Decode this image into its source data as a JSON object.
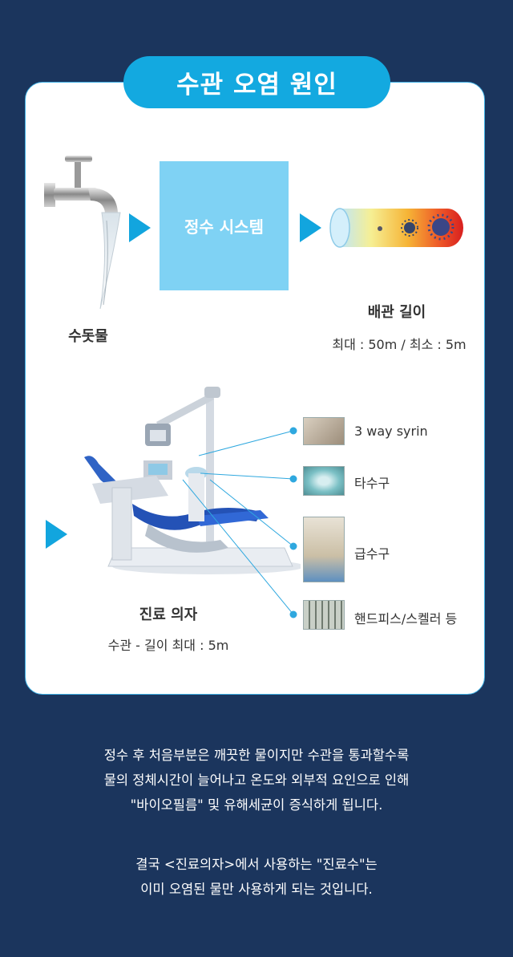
{
  "title": "수관 오염 원인",
  "top": {
    "faucet_label": "수돗물",
    "system_label": "정수 시스템",
    "pipe_label": "배관 길이",
    "pipe_spec": "최대 : 50m / 최소 :   5m"
  },
  "chair": {
    "label": "진료 의자",
    "spec": "수관 - 길이 최대 : 5m",
    "parts": [
      "3 way syrin",
      "타수구",
      "급수구",
      "핸드피스/스켈러 등"
    ]
  },
  "description": {
    "para1": [
      "정수 후 처음부분은 깨끗한 물이지만 수관을 통과할수록",
      "물의 정체시간이 늘어나고 온도와 외부적 요인으로 인해",
      "\"바이오필름\" 및 유해세균이 증식하게 됩니다."
    ],
    "para2": [
      "결국 <진료의자>에서 사용하는 \"진료수\"는",
      "이미 오염된 물만 사용하게 되는 것입니다."
    ]
  },
  "colors": {
    "background": "#1b355d",
    "accent": "#13a9e0",
    "system_box": "#7fd2f4"
  }
}
